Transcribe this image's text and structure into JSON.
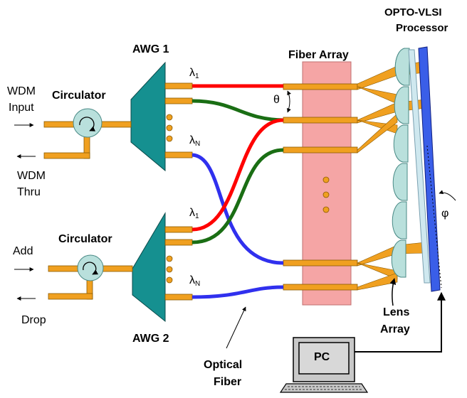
{
  "labels": {
    "awg1": "AWG 1",
    "awg2": "AWG 2",
    "fiber_array": "Fiber Array",
    "opto_vlsi_line1": "OPTO-VLSI",
    "opto_vlsi_line2": "Processor",
    "circulator_top": "Circulator",
    "circulator_bottom": "Circulator",
    "wdm_input_line1": "WDM",
    "wdm_input_line2": "Input",
    "wdm_thru_line1": "WDM",
    "wdm_thru_line2": "Thru",
    "add": "Add",
    "drop": "Drop",
    "theta": "θ",
    "phi": "φ",
    "lens_array_line1": "Lens",
    "lens_array_line2": "Array",
    "optical_fiber_line1": "Optical",
    "optical_fiber_line2": "Fiber",
    "pc": "PC",
    "lambda": "λ",
    "sub_1": "1",
    "sub_n": "N"
  },
  "colors": {
    "awg": "#159090",
    "fiber_stub": "#f0a020",
    "fiber_red": "#ff0000",
    "fiber_green": "#1a6e14",
    "fiber_blue": "#3030ee",
    "fiber_array_block": "#f5a5a5",
    "lens": "#b9e0dc",
    "processor": "#3a5ee8",
    "beam": "#f0a020"
  }
}
